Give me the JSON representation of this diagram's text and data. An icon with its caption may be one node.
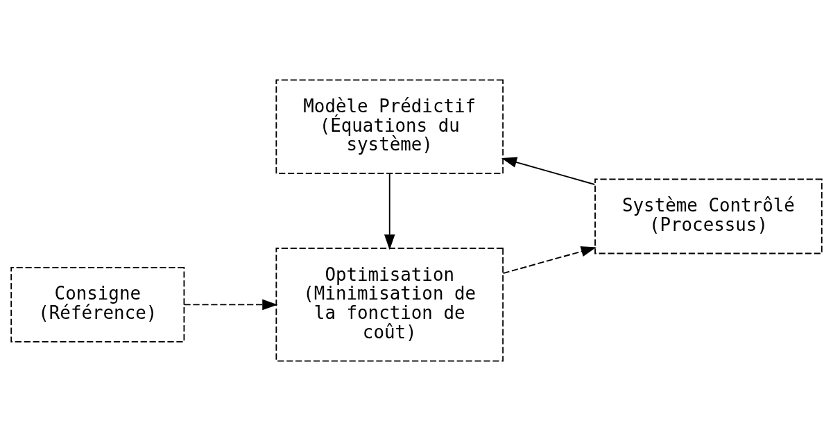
{
  "diagram": {
    "nodes": [
      {
        "text": [
          "Consigne (Référence)"
        ]
      },
      {
        "text": [
          "Optimisation (Minimisation de la fonction de coût)"
        ]
      },
      {
        "text": [
          "Système Contrôlé (Processus)"
        ]
      },
      {
        "text": [
          "Modèle Prédictif (Équations du système)"
        ]
      }
    ],
    "edges": [
      {
        "from": 0,
        "to": 1,
        "arrow": "to",
        "style": "dashed"
      },
      {
        "from": 1,
        "to": 2,
        "arrow": "to",
        "style": "dashed"
      },
      {
        "from": 2,
        "to": 3,
        "arrow": "to"
      },
      {
        "from": 3,
        "to": 1,
        "arrow": "to"
      }
    ]
  }
}
